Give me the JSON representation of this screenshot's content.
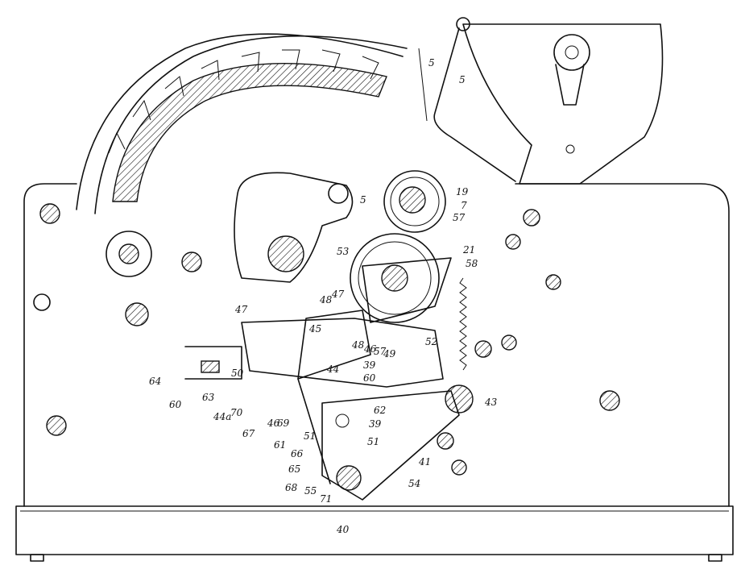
{
  "figure": {
    "labels": [
      {
        "id": "l5a",
        "text": "5"
      },
      {
        "id": "l5b",
        "text": "5"
      },
      {
        "id": "l5c",
        "text": "5"
      },
      {
        "id": "l19",
        "text": "19"
      },
      {
        "id": "l7",
        "text": "7"
      },
      {
        "id": "l57a",
        "text": "57"
      },
      {
        "id": "l21",
        "text": "21"
      },
      {
        "id": "l58",
        "text": "58"
      },
      {
        "id": "l53",
        "text": "53"
      },
      {
        "id": "l47a",
        "text": "47"
      },
      {
        "id": "l47b",
        "text": "47"
      },
      {
        "id": "l48a",
        "text": "48"
      },
      {
        "id": "l45",
        "text": "45"
      },
      {
        "id": "l48b",
        "text": "48"
      },
      {
        "id": "l46",
        "text": "46"
      },
      {
        "id": "l57b",
        "text": "57"
      },
      {
        "id": "l49",
        "text": "49"
      },
      {
        "id": "l52",
        "text": "52"
      },
      {
        "id": "l44",
        "text": "44"
      },
      {
        "id": "l39a",
        "text": "39"
      },
      {
        "id": "l60a",
        "text": "60"
      },
      {
        "id": "l50",
        "text": "50"
      },
      {
        "id": "l64",
        "text": "64"
      },
      {
        "id": "l60b",
        "text": "60"
      },
      {
        "id": "l63",
        "text": "63"
      },
      {
        "id": "l43",
        "text": "43"
      },
      {
        "id": "l44a",
        "text": "44a"
      },
      {
        "id": "l70",
        "text": "70"
      },
      {
        "id": "l46b",
        "text": "46"
      },
      {
        "id": "l69",
        "text": "69"
      },
      {
        "id": "l62",
        "text": "62"
      },
      {
        "id": "l39b",
        "text": "39"
      },
      {
        "id": "l67",
        "text": "67"
      },
      {
        "id": "l61",
        "text": "61"
      },
      {
        "id": "l51a",
        "text": "51"
      },
      {
        "id": "l51b",
        "text": "51"
      },
      {
        "id": "l66",
        "text": "66"
      },
      {
        "id": "l41",
        "text": "41"
      },
      {
        "id": "l65",
        "text": "65"
      },
      {
        "id": "l68",
        "text": "68"
      },
      {
        "id": "l55",
        "text": "55"
      },
      {
        "id": "l71",
        "text": "71"
      },
      {
        "id": "l54",
        "text": "54"
      },
      {
        "id": "l40",
        "text": "40"
      }
    ]
  }
}
